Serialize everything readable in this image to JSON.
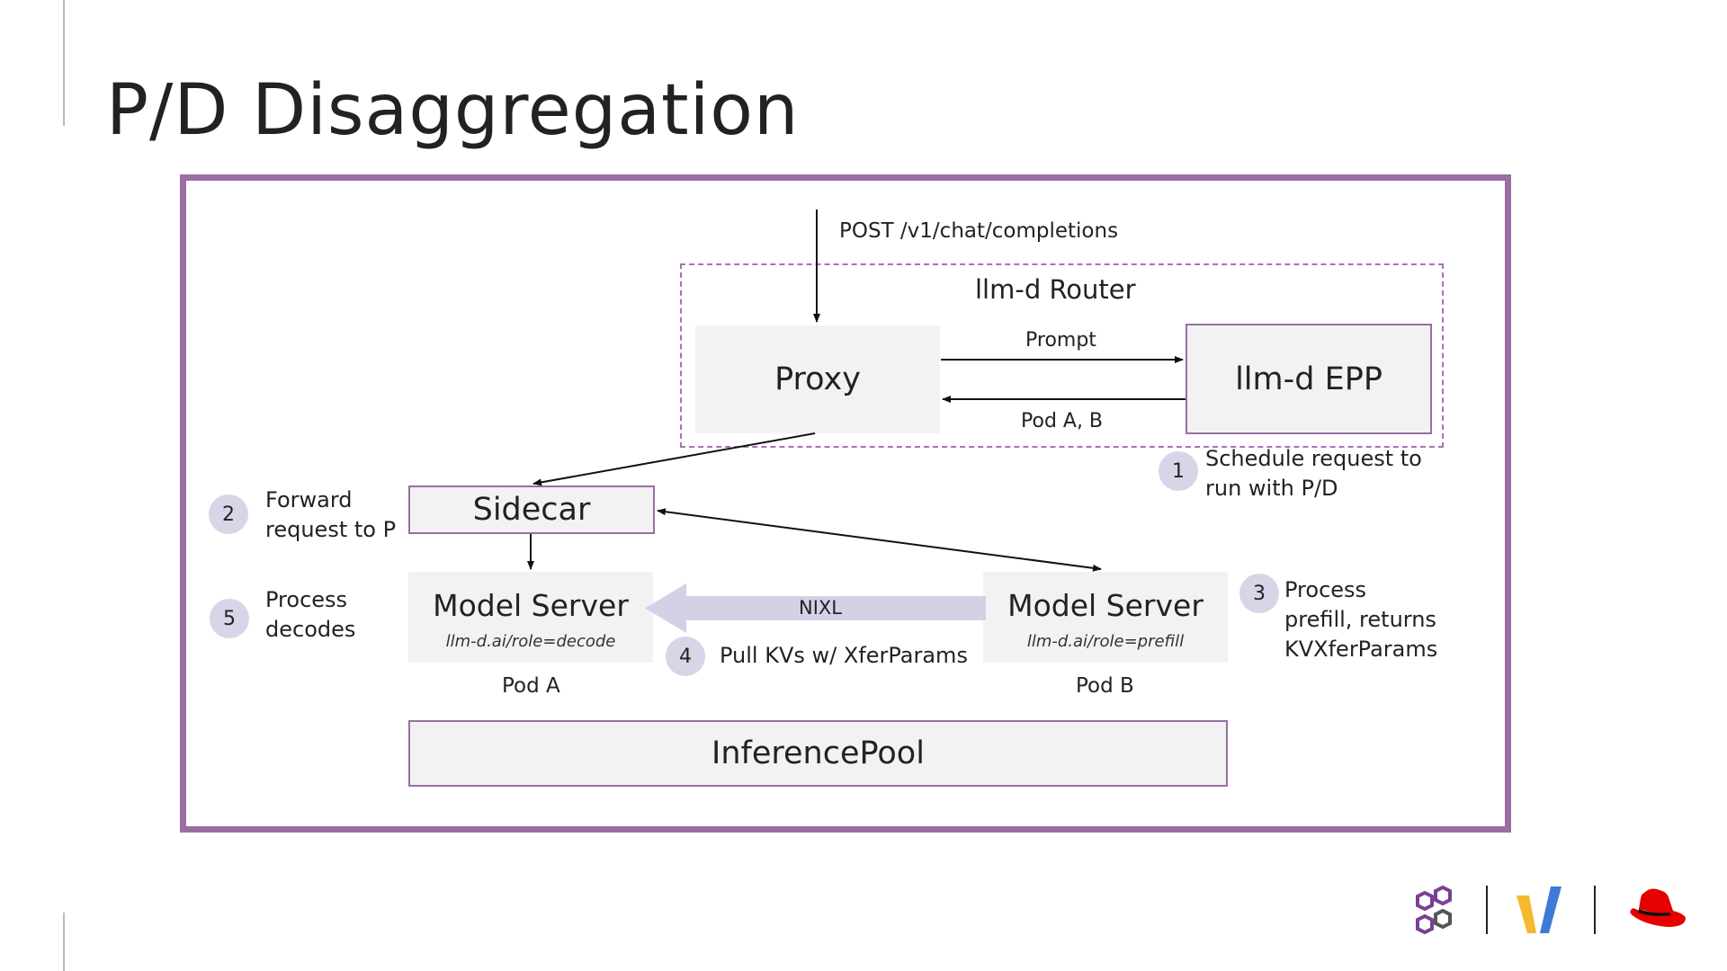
{
  "slide": {
    "title": "P/D Disaggregation"
  },
  "diagram": {
    "request_label": "POST /v1/chat/completions",
    "router_title": "llm-d Router",
    "proxy_label": "Proxy",
    "epp_label": "llm-d EPP",
    "prompt_label": "Prompt",
    "pods_label": "Pod A, B",
    "sidecar_label": "Sidecar",
    "decode_server": {
      "title": "Model Server",
      "role": "llm-d.ai/role=decode",
      "pod": "Pod A"
    },
    "prefill_server": {
      "title": "Model Server",
      "role": "llm-d.ai/role=prefill",
      "pod": "Pod B"
    },
    "nixl_label": "NIXL",
    "pool_label": "InferencePool",
    "steps": [
      {
        "number": "1",
        "line1": "Schedule request to",
        "line2": "run with P/D"
      },
      {
        "number": "2",
        "line1": "Forward",
        "line2": "request to P"
      },
      {
        "number": "3",
        "line1": "Process",
        "line2": "prefill, returns",
        "line3": "KVXferParams"
      },
      {
        "number": "4",
        "line1": "Pull KVs w/ XferParams"
      },
      {
        "number": "5",
        "line1": "Process",
        "line2": "decodes"
      }
    ]
  },
  "colors": {
    "frame": "#9a6da4",
    "dashed_border": "#a872b3",
    "box_fill": "#f2f2f2",
    "badge_fill": "#dad4e8",
    "nixl_arrow": "#d5d0e6"
  },
  "logos": [
    "llm-d-hexagon-logo",
    "vllm-logo",
    "red-hat-logo"
  ]
}
